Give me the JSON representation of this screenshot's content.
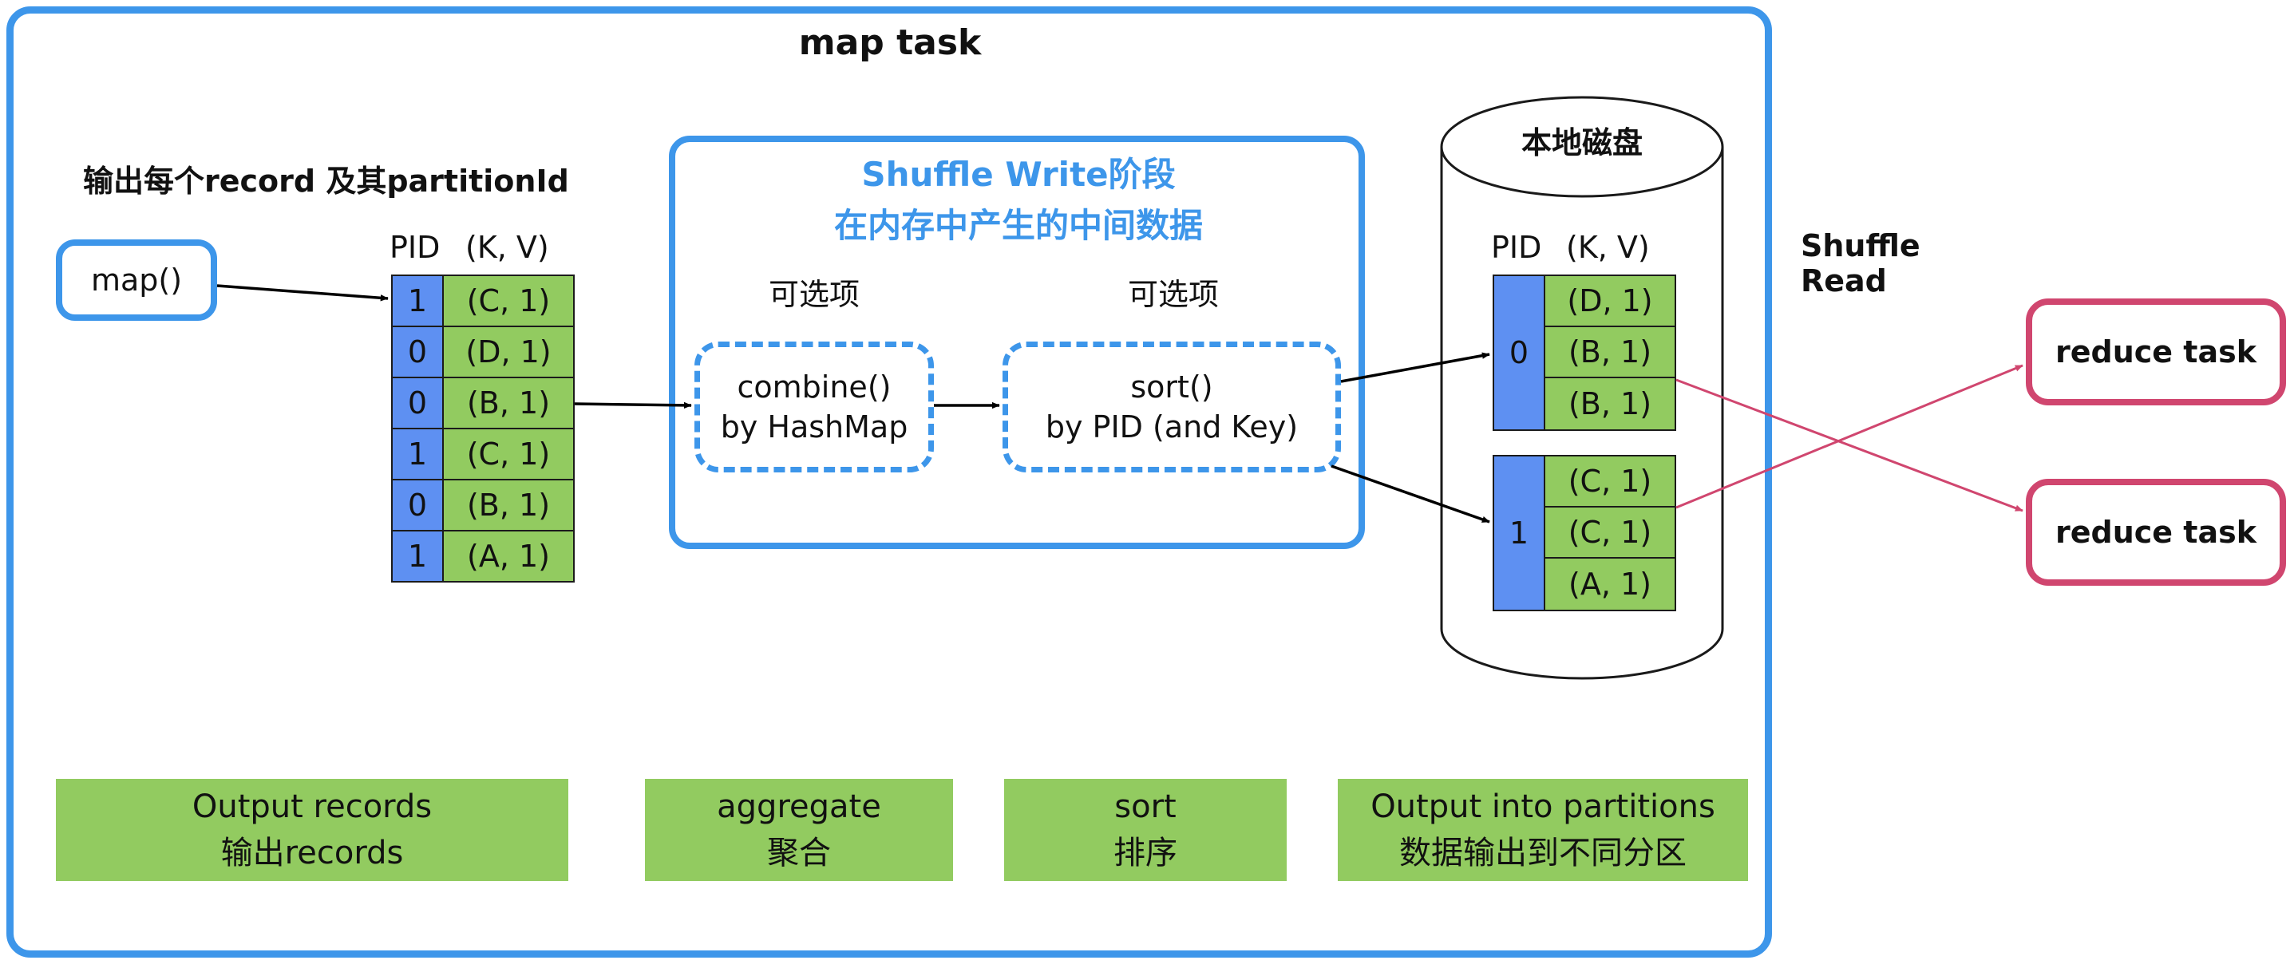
{
  "map_task": {
    "title": "map task",
    "output_label": "输出每个record 及其partitionId",
    "map_button": "map()",
    "table_header": {
      "pid": "PID",
      "kv": "(K, V)"
    },
    "records": [
      {
        "pid": "1",
        "kv": "(C, 1)"
      },
      {
        "pid": "0",
        "kv": "(D, 1)"
      },
      {
        "pid": "0",
        "kv": "(B, 1)"
      },
      {
        "pid": "1",
        "kv": "(C, 1)"
      },
      {
        "pid": "0",
        "kv": "(B, 1)"
      },
      {
        "pid": "1",
        "kv": "(A, 1)"
      }
    ]
  },
  "shuffle_write": {
    "title_line1": "Shuffle Write阶段",
    "title_line2": "在内存中产生的中间数据",
    "optional_left": "可选项",
    "optional_right": "可选项",
    "combine_line1": "combine()",
    "combine_line2": "by HashMap",
    "sort_line1": "sort()",
    "sort_line2": "by PID (and Key)"
  },
  "local_disk": {
    "title": "本地磁盘",
    "table_header": {
      "pid": "PID",
      "kv": "(K, V)"
    },
    "partitions": [
      {
        "pid": "0",
        "rows": [
          "(D, 1)",
          "(B, 1)",
          "(B, 1)"
        ]
      },
      {
        "pid": "1",
        "rows": [
          "(C, 1)",
          "(C, 1)",
          "(A, 1)"
        ]
      }
    ]
  },
  "shuffle_read": {
    "label": "Shuffle Read",
    "reduce_tasks": [
      "reduce task",
      "reduce task"
    ]
  },
  "steps": [
    {
      "en": "Output records",
      "zh": "输出records"
    },
    {
      "en": "aggregate",
      "zh": "聚合"
    },
    {
      "en": "sort",
      "zh": "排序"
    },
    {
      "en": "Output into partitions",
      "zh": "数据输出到不同分区"
    }
  ],
  "colors": {
    "frame_blue": "#3d96ea",
    "pid_blue": "#5e90f2",
    "kv_green": "#92cb60",
    "reduce_pink": "#d0466f"
  }
}
